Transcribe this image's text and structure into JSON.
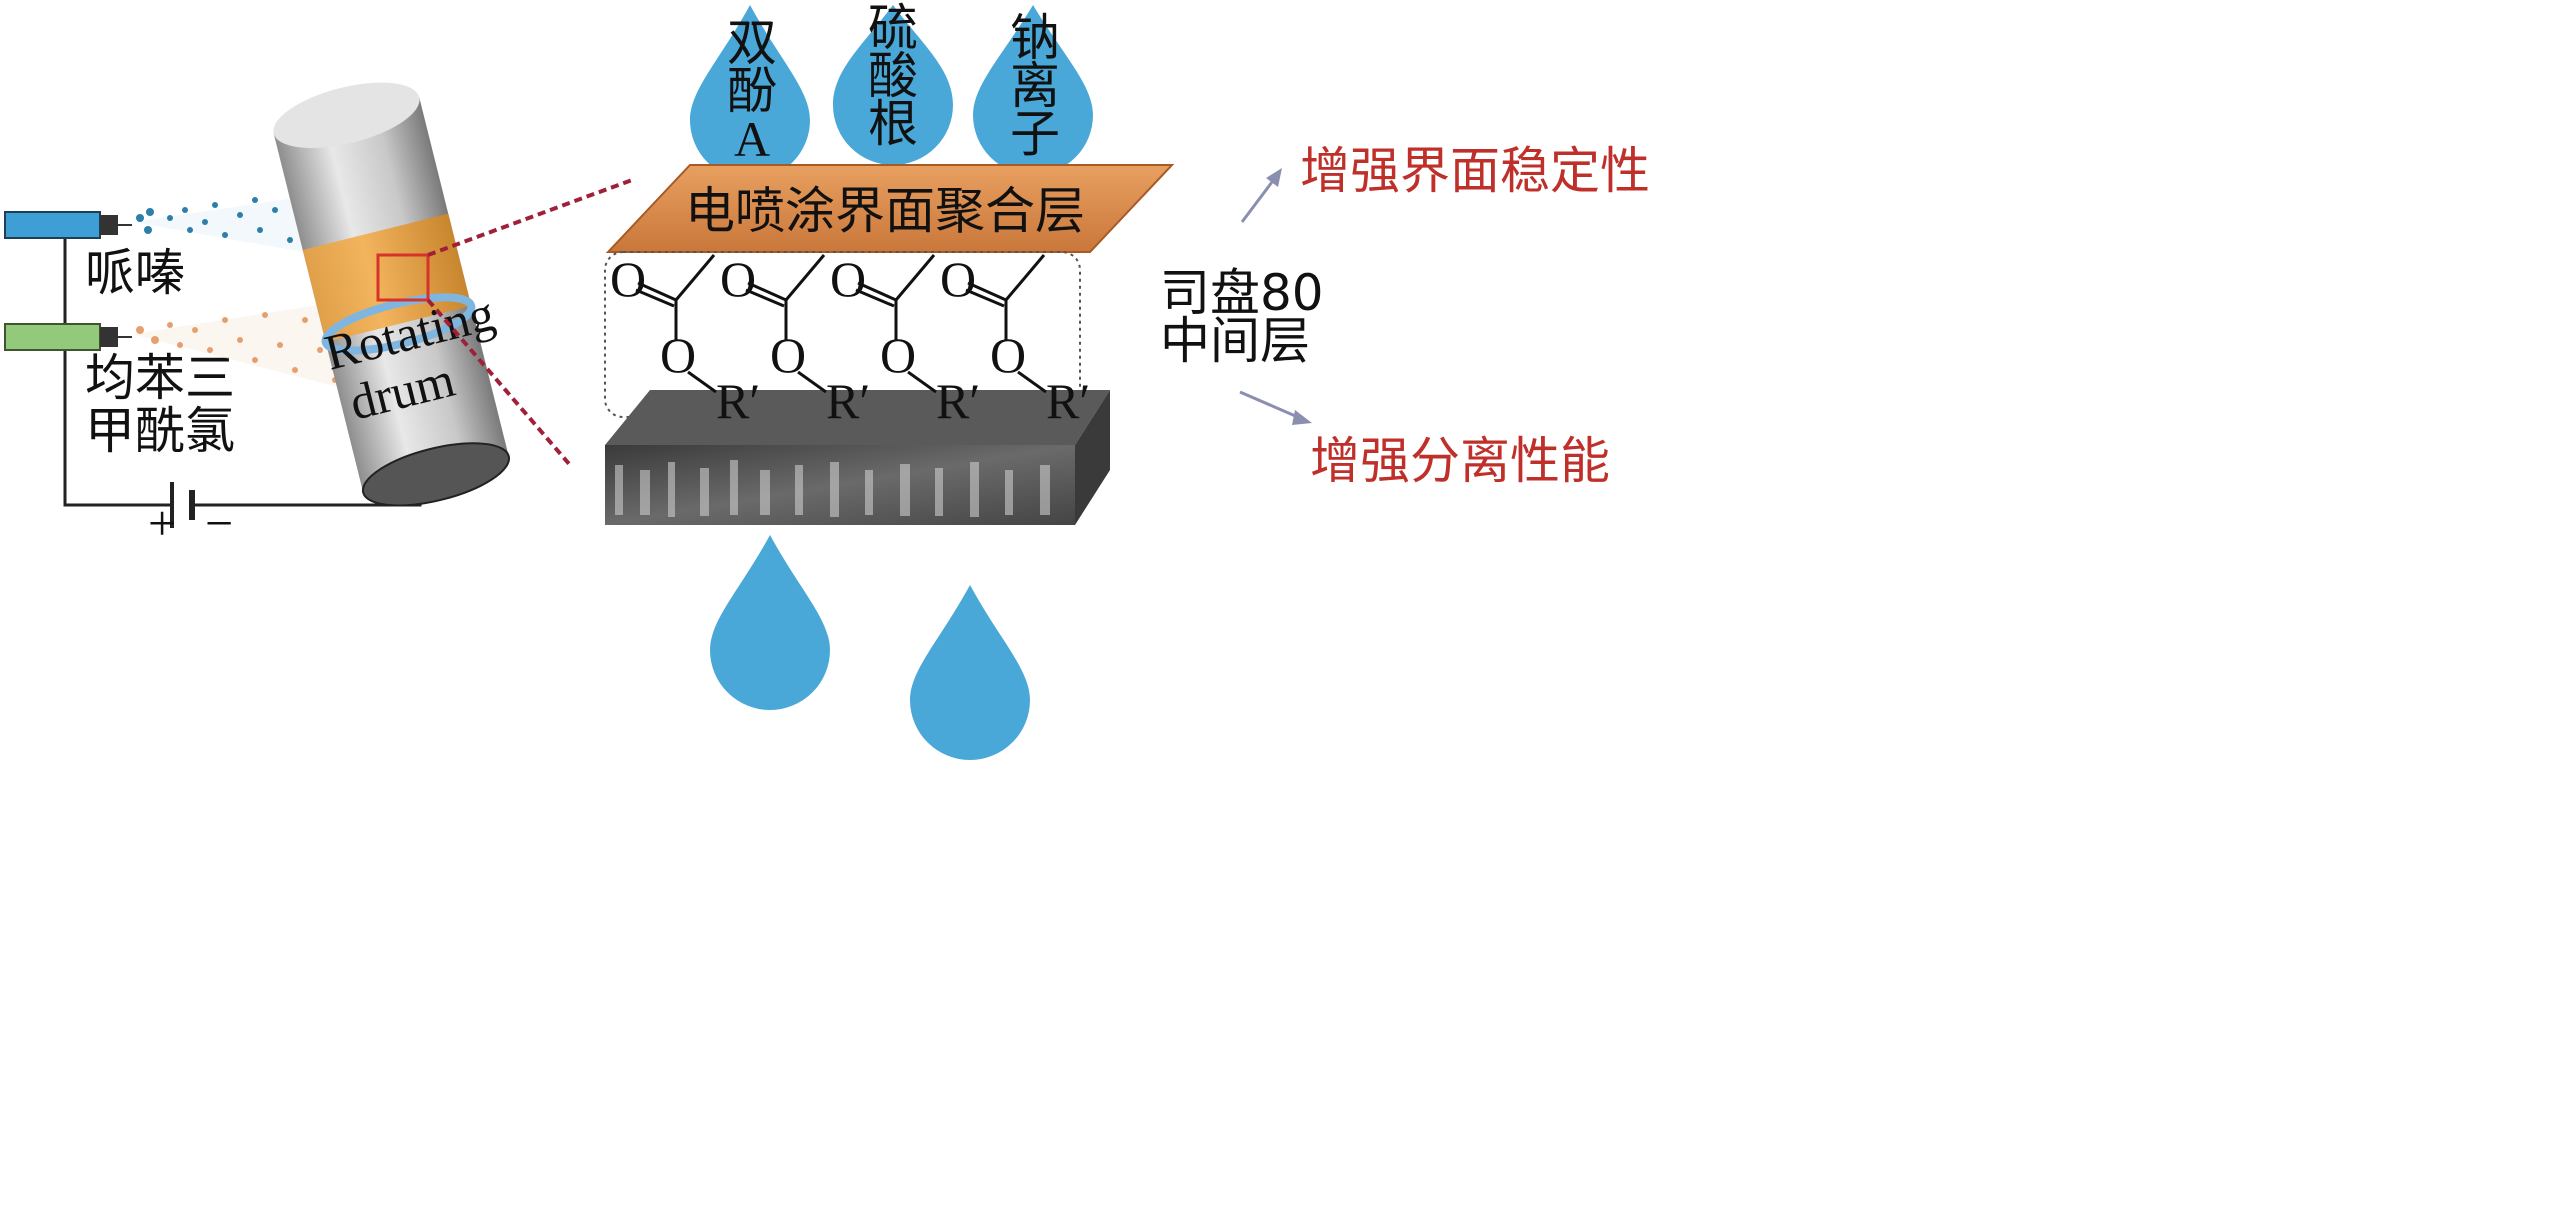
{
  "left": {
    "nozzle_top_label": "哌嗪",
    "nozzle_bottom_label_line1": "均苯三",
    "nozzle_bottom_label_line2": "甲酰氯",
    "drum_label_line1": "Rotating",
    "drum_label_line2": "drum",
    "battery_plus": "+",
    "battery_minus": "−"
  },
  "drops_top": [
    {
      "line1": "双",
      "line2": "酚",
      "line3": "A"
    },
    {
      "line1": "硫",
      "line2": "酸",
      "line3": "根"
    },
    {
      "line1": "钠",
      "line2": "离",
      "line3": "子"
    }
  ],
  "layer_label": "电喷涂界面聚合层",
  "chem": {
    "oxygen": "O",
    "r_group": "R′"
  },
  "interlayer": {
    "line1": "司盘80",
    "line2": "中间层"
  },
  "effects": {
    "top": "增强界面稳定性",
    "bottom": "增强分离性能"
  },
  "colors": {
    "drop": "#4aa8d8",
    "layer": "#d98a4a",
    "red_text": "#c0302a",
    "nozzle_blue": "#3d9fd6",
    "nozzle_green": "#93c97a"
  }
}
